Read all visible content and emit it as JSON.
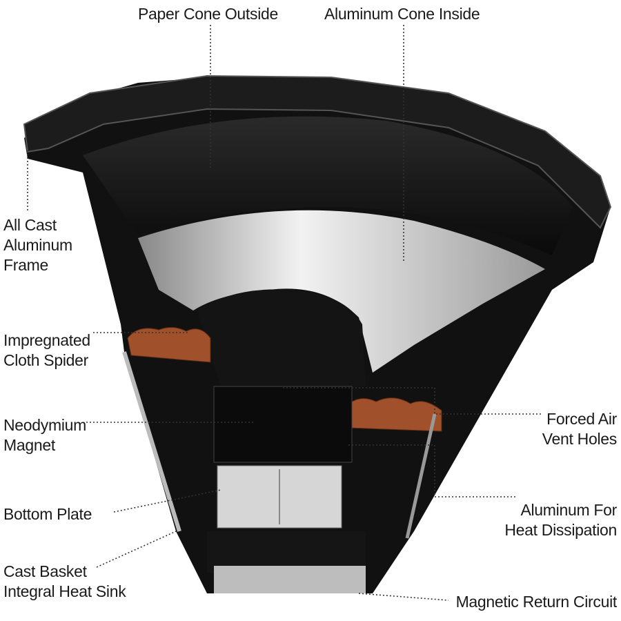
{
  "labels": {
    "paper_cone": "Paper Cone Outside",
    "aluminum_cone": "Aluminum Cone Inside",
    "frame": [
      "All Cast",
      "Aluminum",
      "Frame"
    ],
    "spider": [
      "Impregnated",
      "Cloth Spider"
    ],
    "magnet": [
      "Neodymium",
      "Magnet"
    ],
    "bottom_plate": "Bottom Plate",
    "basket": [
      "Cast Basket",
      "Integral Heat Sink"
    ],
    "vent": [
      "Forced Air",
      "Vent Holes"
    ],
    "heat": [
      "Aluminum For",
      "Heat Dissipation"
    ],
    "return_circuit": "Magnetic Return Circuit"
  },
  "colors": {
    "body": "#0e0e0e",
    "aluminum": "#c9c9c9",
    "copper": "#a0502a",
    "leader": "#333333"
  }
}
